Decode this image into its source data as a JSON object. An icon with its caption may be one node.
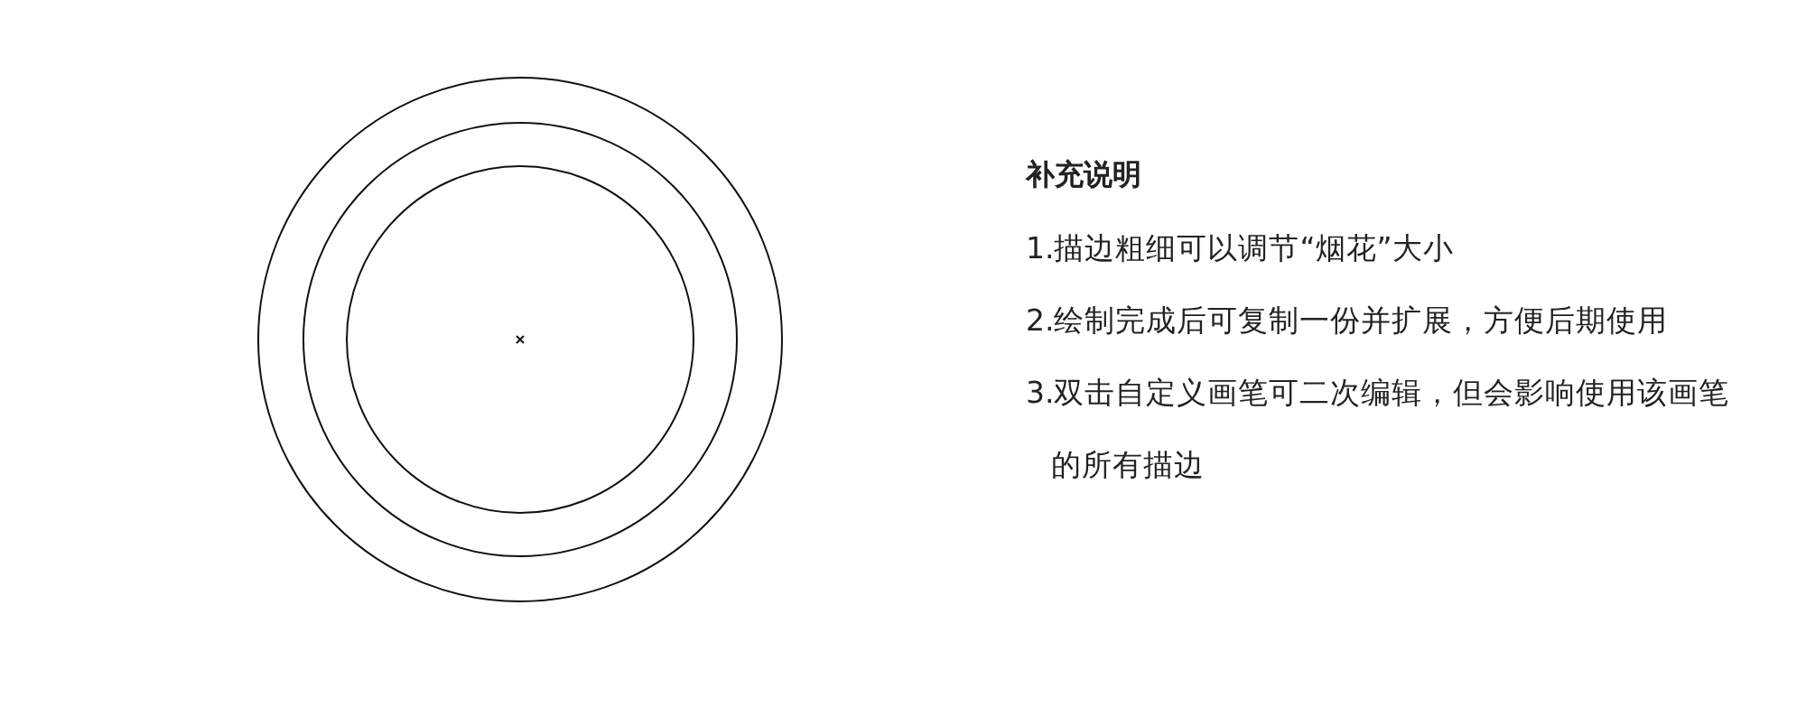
{
  "diagram": {
    "title": "补充说明",
    "labels": [
      "1.描边粗细可以调节“烟花”大小",
      "2.绘制完成后可复制一份并扩展，方便后期使用",
      "3.双击自定义画笔可二次编辑，但会影响使用该画笔的所有描边"
    ]
  }
}
